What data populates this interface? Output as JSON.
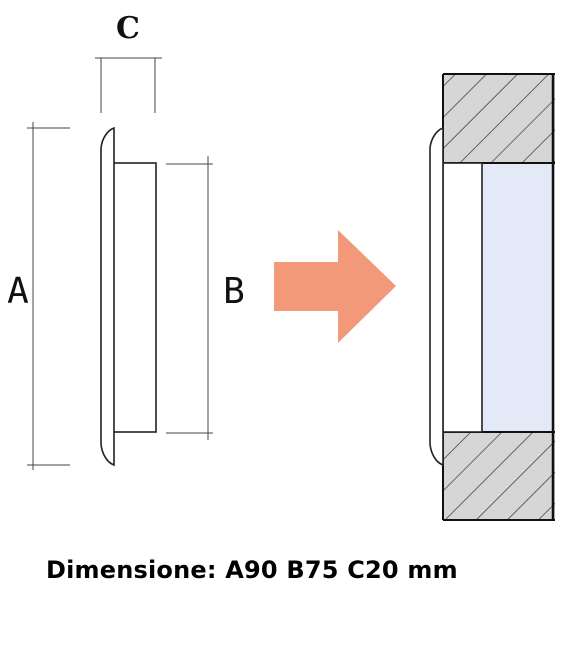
{
  "labels": {
    "a": "A",
    "b": "B",
    "c": "C"
  },
  "caption": "Dimensione: A90 B75 C20 mm",
  "colors": {
    "arrow": "#f2997a",
    "wall_fill": "#d6d6d6",
    "opening_fill": "#e3e9f6",
    "line": "#222222"
  }
}
